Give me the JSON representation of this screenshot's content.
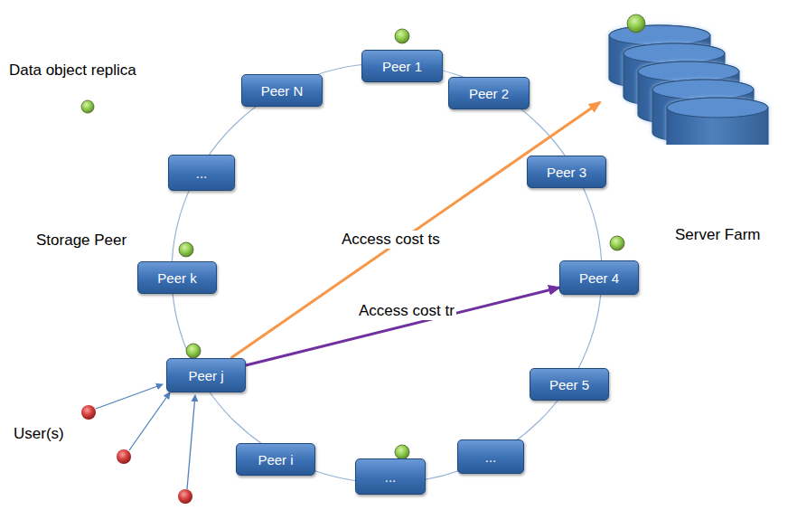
{
  "diagram": {
    "nodes": [
      {
        "text": [
          "Server Farm"
        ]
      },
      {
        "text": [
          "Peer 1"
        ]
      },
      {
        "text": [
          "Peer N"
        ]
      },
      {
        "text": [
          "Peer 2"
        ]
      },
      {
        "text": [
          "..."
        ]
      },
      {
        "text": [
          "Peer 3"
        ]
      },
      {
        "text": [
          "Peer k"
        ]
      },
      {
        "text": [
          "Peer 4"
        ]
      },
      {
        "text": [
          "Peer j"
        ]
      },
      {
        "text": [
          "Peer 5"
        ]
      },
      {
        "text": [
          "Peer i"
        ]
      },
      {
        "text": [
          "..."
        ]
      },
      {
        "text": [
          "..."
        ]
      }
    ],
    "edges": [
      {
        "from": 8,
        "to": 0,
        "label": "Access cost ts",
        "arrow": "to"
      },
      {
        "from": 8,
        "to": 7,
        "label": "Access cost tr",
        "arrow": "to"
      }
    ],
    "labels": [
      "Storage Peer",
      "User(s)"
    ],
    "legend": [
      {
        "text": "Data object replica"
      }
    ]
  }
}
